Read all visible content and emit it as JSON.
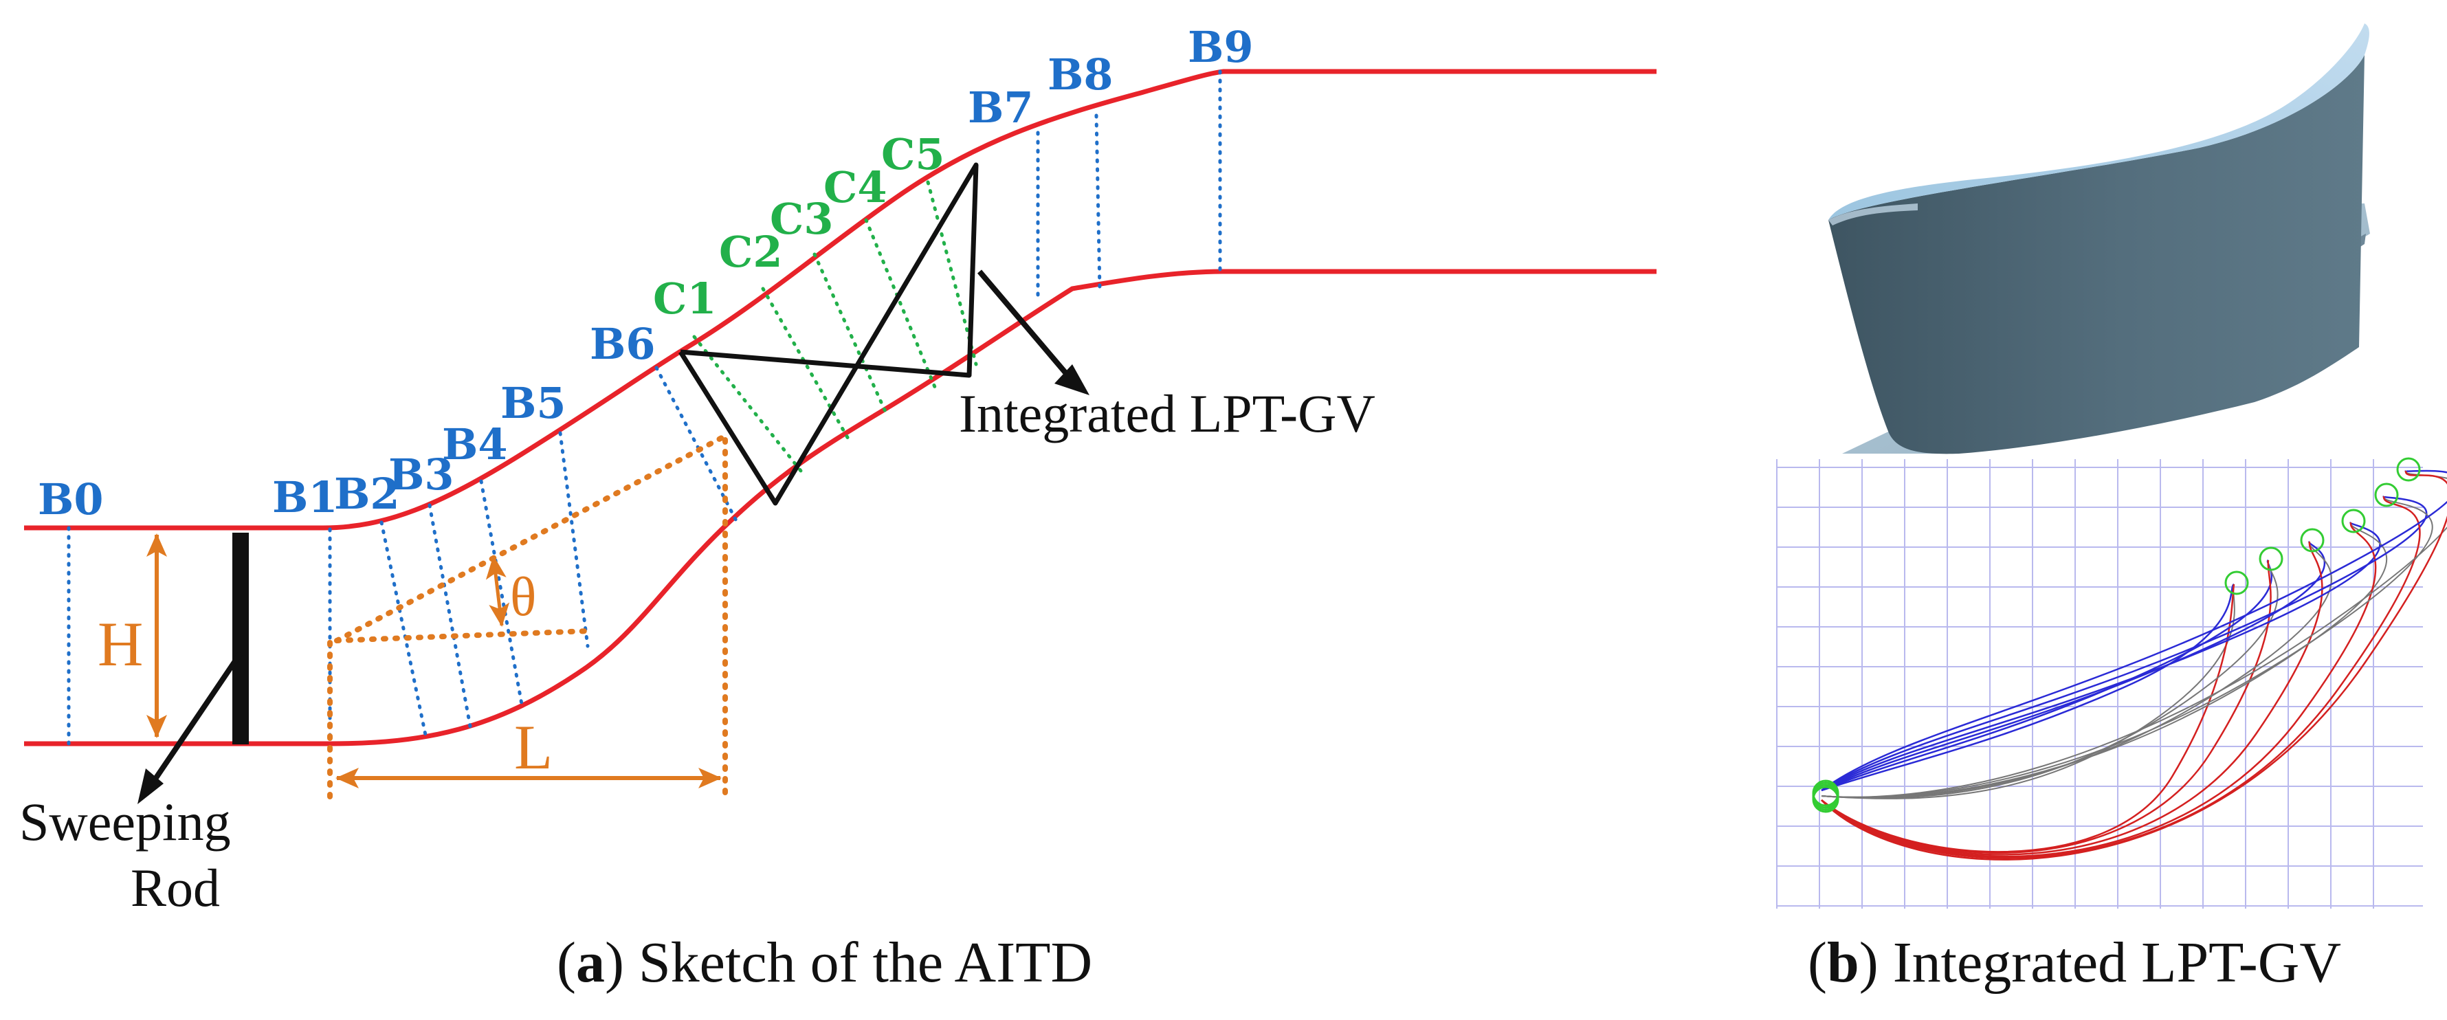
{
  "panel_a": {
    "station_labels": [
      "B0",
      "B1",
      "B2",
      "B3",
      "B4",
      "B5",
      "B6",
      "B7",
      "B8",
      "B9"
    ],
    "blade_labels": [
      "C1",
      "C2",
      "C3",
      "C4",
      "C5"
    ],
    "dimension_labels": {
      "height": "H",
      "length": "L",
      "angle": "θ"
    },
    "callouts": {
      "rod_line1": "Sweeping",
      "rod_line2": "Rod",
      "vane": "Integrated LPT-GV"
    },
    "caption": {
      "open": "(",
      "letter": "a",
      "close": ")",
      "text": " Sketch of the AITD"
    }
  },
  "panel_b": {
    "caption": {
      "open": "(",
      "letter": "b",
      "close": ")",
      "text": " Integrated LPT-GV"
    }
  },
  "colors": {
    "wall": "#e8232a",
    "station": "#1f6fc9",
    "blade": "#22b04a",
    "dimension": "#e07a20",
    "profile_suction": "#2a2ad6",
    "profile_pressure": "#d42020",
    "profile_mid": "#777777",
    "grid": "#b9b9ee"
  }
}
